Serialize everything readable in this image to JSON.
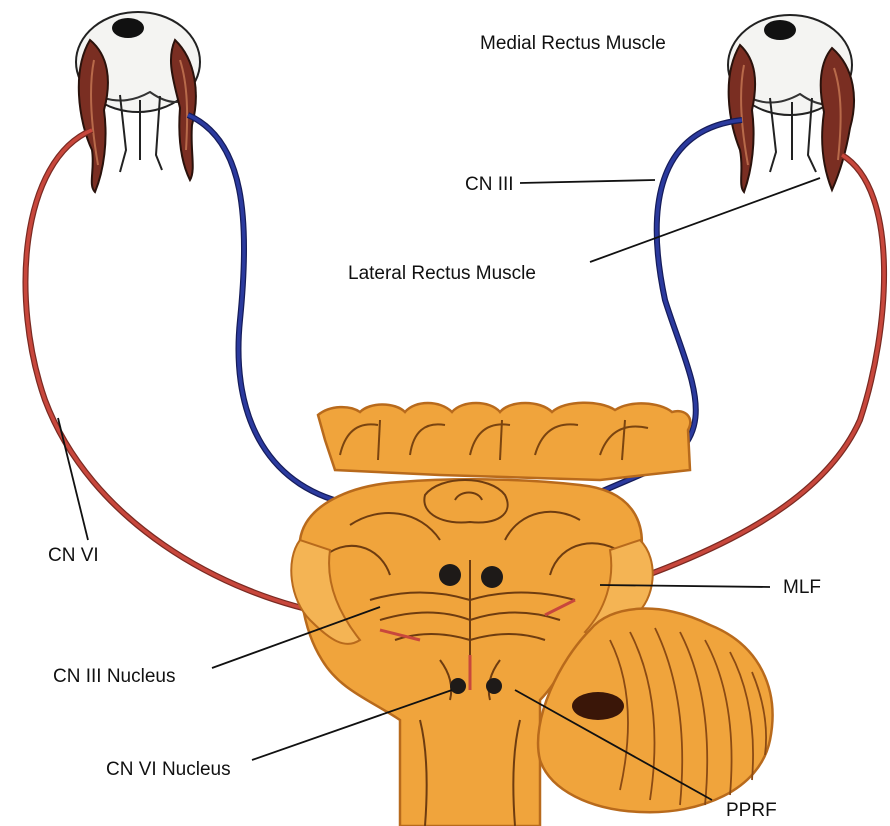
{
  "labels": {
    "medial_rectus": "Medial Rectus Muscle",
    "cn3": "CN III",
    "lateral_rectus": "Lateral Rectus Muscle",
    "cn6": "CN VI",
    "mlf": "MLF",
    "cn3_nucleus": "CN III Nucleus",
    "cn6_nucleus": "CN VI Nucleus",
    "pprf": "PPRF"
  },
  "colors": {
    "cn3_nerve": "#2b3a9e",
    "cn6_nerve": "#c8473c",
    "muscle": "#7a2e22",
    "brainstem": "#f0a43c",
    "brainstem_dark": "#b86a1c",
    "nucleus": "#1e1a18"
  }
}
